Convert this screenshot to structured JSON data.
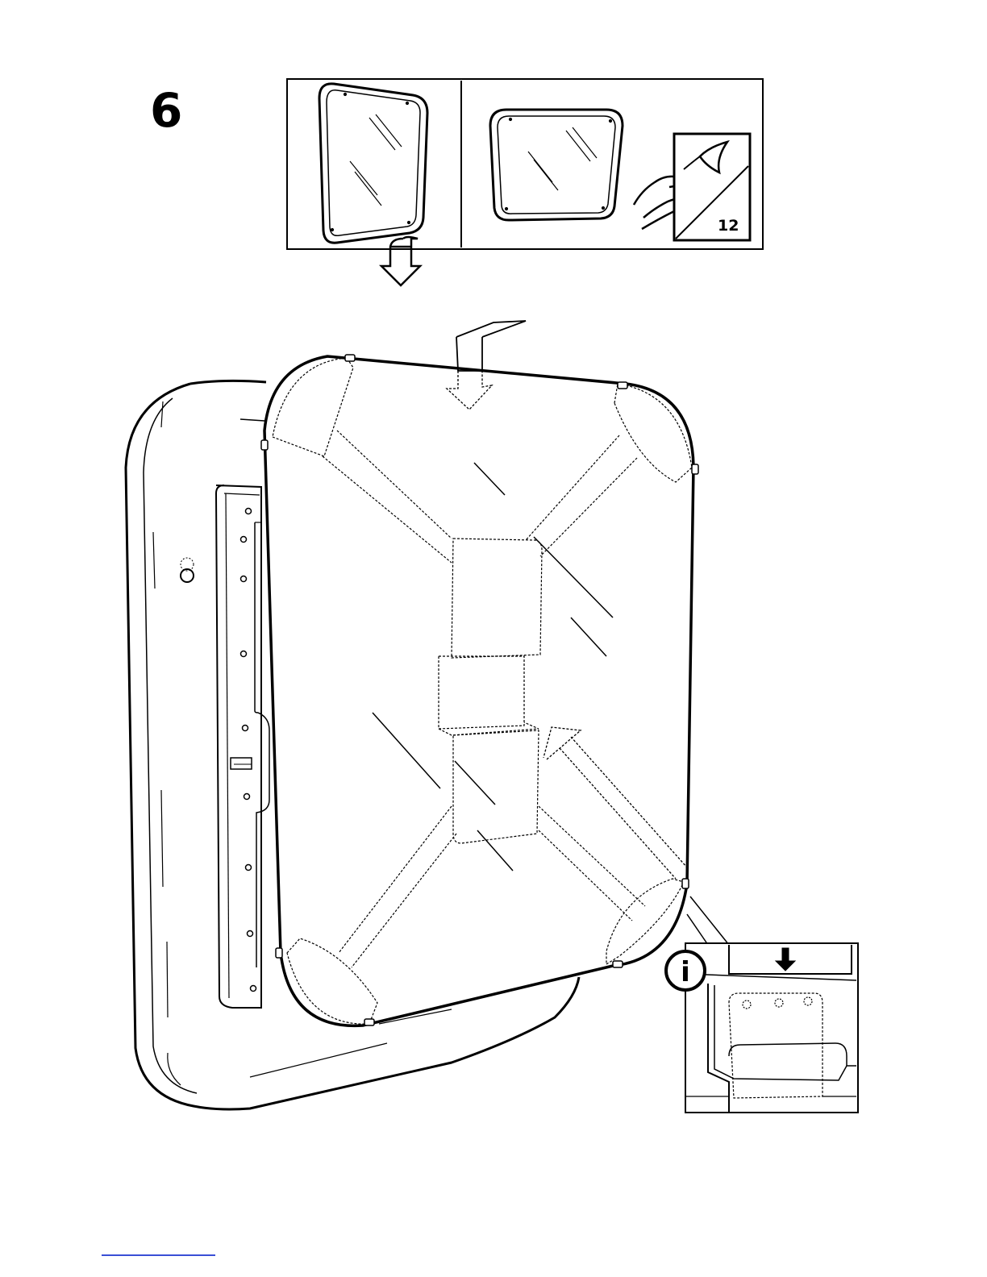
{
  "step": {
    "number": "6"
  },
  "film_sheet": {
    "label": "12"
  },
  "info_icon": {
    "glyph": "i",
    "icon_name": "info-icon"
  },
  "footer": {
    "accent": "#3a4fd6"
  },
  "colors": {
    "line": "#000000",
    "background": "#ffffff"
  }
}
